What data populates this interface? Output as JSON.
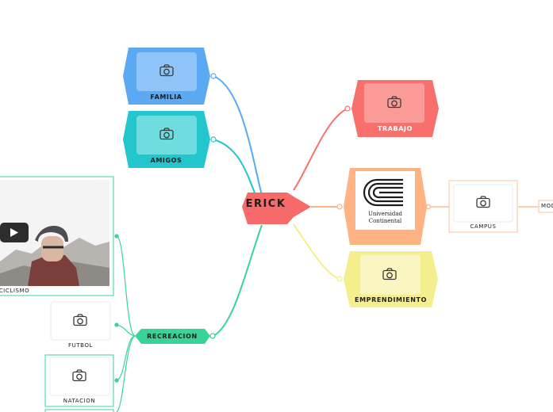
{
  "central": {
    "label": "ERICK"
  },
  "branches": {
    "familia": "FAMILIA",
    "amigos": "AMIGOS",
    "trabajo": "TRABAJO",
    "emprendimiento": "EMPRENDIMIENTO",
    "recreacion": "RECREACION",
    "campus": "CAMPUS",
    "campus_child": "MOD",
    "ciclismo": "CICLISMO",
    "futbol": "FUTBOL",
    "natacion": "NATACION"
  },
  "logo": {
    "line1": "Universidad",
    "line2": "Continental"
  },
  "colors": {
    "familia": "#5aa9f2",
    "amigos": "#22c6cc",
    "trabajo": "#f8706c",
    "universidad": "#fdb384",
    "emprendimiento": "#f4ee8c",
    "recreacion": "#39d39a",
    "center": "#f66a6a",
    "campus_border": "#fcc19a"
  },
  "icons": {
    "image_placeholder": "camera-icon",
    "video": "play-icon"
  }
}
